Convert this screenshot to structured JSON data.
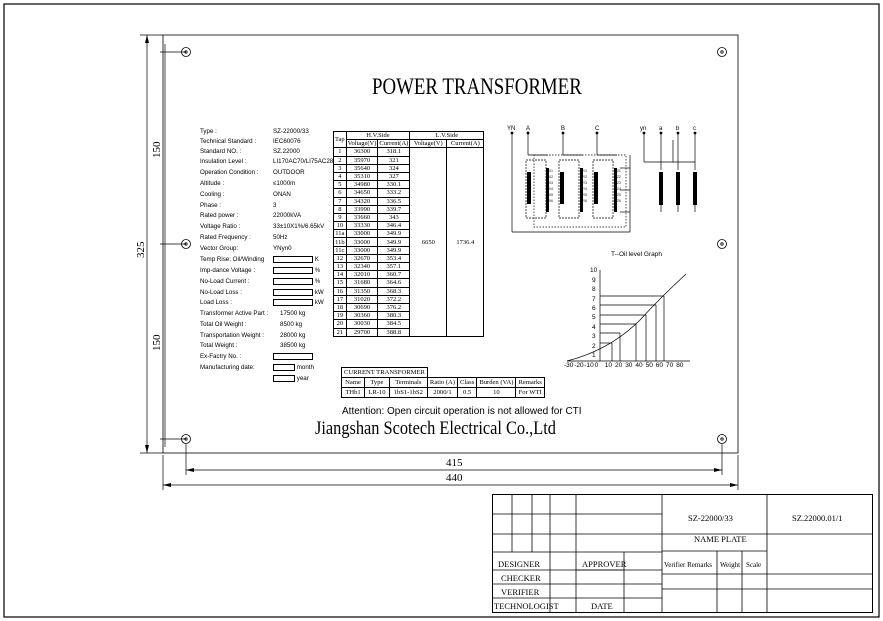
{
  "title": "POWER TRANSFORMER",
  "company": "Jiangshan Scotech Electrical Co.,Ltd",
  "attention": "Attention: Open circuit operation is not allowed for CTI",
  "specs": [
    {
      "label": "Type :",
      "value": "SZ-22000/33"
    },
    {
      "label": "Technical Standard :",
      "value": "IEC60076"
    },
    {
      "label": "Standard NO. :",
      "value": "SZ.22000"
    },
    {
      "label": "Insulation Level :",
      "value": "LI170AC70/LI75AC28"
    },
    {
      "label": "Operation Condition :",
      "value": "OUTDOOR"
    },
    {
      "label": "Altitude :",
      "value": "≤1000m"
    },
    {
      "label": "Cooling :",
      "value": "ONAN"
    },
    {
      "label": "Phase :",
      "value": "3"
    },
    {
      "label": "Rated power :",
      "value": "22000kVA"
    },
    {
      "label": "Voltage Ratio :",
      "value": "33±10X1%/6.65kV"
    },
    {
      "label": "Rated Frequency :",
      "value": "50Hz"
    },
    {
      "label": "Vector Group:",
      "value": "YNyn0"
    },
    {
      "label": "Temp Rise: Oil/Winding",
      "unit": "K"
    },
    {
      "label": "Imp-dance Voltage :",
      "unit": "%"
    },
    {
      "label": "No-Load Current :",
      "unit": "%"
    },
    {
      "label": "No-Load Loss :",
      "unit": "kW"
    },
    {
      "label": "Load Loss :",
      "unit": "kW"
    },
    {
      "label": "Transformer Active Part :",
      "value": "17500 kg"
    },
    {
      "label": "Total Oil Weight :",
      "value": "8500 kg"
    },
    {
      "label": "Transportation Weight :",
      "value": "28000 kg"
    },
    {
      "label": "Total Weight :",
      "value": "38500 kg"
    },
    {
      "label": "Ex-Factry No. :",
      "value": ""
    },
    {
      "label": "Manufacturing date:",
      "unit": "month",
      "unit2": "year"
    }
  ],
  "tap_table": {
    "h_tap": "Tap",
    "h_hv": "H.V.Side",
    "h_lv": "L.V.Side",
    "h_voltage": "Voltage(V)",
    "h_current": "Current(A)",
    "lv_voltage": "6650",
    "lv_current": "1736.4",
    "rows": [
      [
        "1",
        "36300",
        "318.1"
      ],
      [
        "2",
        "35970",
        "321"
      ],
      [
        "3",
        "35640",
        "324"
      ],
      [
        "4",
        "35310",
        "327"
      ],
      [
        "5",
        "34980",
        "330.1"
      ],
      [
        "6",
        "34650",
        "333.2"
      ],
      [
        "7",
        "34320",
        "336.5"
      ],
      [
        "8",
        "33990",
        "339.7"
      ],
      [
        "9",
        "33660",
        "343"
      ],
      [
        "10",
        "33330",
        "346.4"
      ],
      [
        "11a",
        "33000",
        "349.9"
      ],
      [
        "11b",
        "33000",
        "349.9"
      ],
      [
        "11c",
        "33000",
        "349.9"
      ],
      [
        "12",
        "32670",
        "353.4"
      ],
      [
        "13",
        "32340",
        "357.1"
      ],
      [
        "14",
        "32010",
        "360.7"
      ],
      [
        "15",
        "31680",
        "364.6"
      ],
      [
        "16",
        "31350",
        "368.3"
      ],
      [
        "17",
        "31020",
        "372.2"
      ],
      [
        "18",
        "30690",
        "376.2"
      ],
      [
        "19",
        "30360",
        "380.3"
      ],
      [
        "20",
        "30030",
        "384.5"
      ],
      [
        "21",
        "29700",
        "388.8"
      ]
    ]
  },
  "ct_table": {
    "title": "CURRENT TRANSFORMER",
    "headers": [
      "Name",
      "Type",
      "Terminals",
      "Ratio (A)",
      "Class",
      "Burden (VA)",
      "Remarks"
    ],
    "row": [
      "THb1",
      "LR-10",
      "1bS1-1bS2",
      "2000/1",
      "0.5",
      "10",
      "For WTI"
    ]
  },
  "diagram_labels": {
    "hv": [
      "YN",
      "A",
      "B",
      "C"
    ],
    "lv": [
      "yn",
      "a",
      "b",
      "c"
    ]
  },
  "graph": {
    "title": "T--Oil level Graph",
    "x_ticks": [
      "-30",
      "-20",
      "-10",
      "0",
      "10",
      "20",
      "30",
      "40",
      "50",
      "60",
      "70",
      "80"
    ],
    "y_ticks": [
      "1",
      "2",
      "3",
      "4",
      "5",
      "6",
      "7",
      "8",
      "9",
      "10"
    ]
  },
  "dimensions": {
    "inner_width": "415",
    "outer_width": "440",
    "height": "325",
    "upper": "150",
    "lower": "150"
  },
  "title_block": {
    "drawing_no": "SZ-22000/33",
    "name": "NAME PLATE",
    "ref": "SZ.22000.01/1",
    "designer": "DESIGNER",
    "approver": "APPROVER",
    "checker": "CHECKER",
    "verifier": "VERIFIER",
    "technologist": "TECHNOLOGIST",
    "date": "DATE",
    "verifier_remarks": "Verifier Remarks",
    "weight": "Weight",
    "scale": "Scale"
  }
}
